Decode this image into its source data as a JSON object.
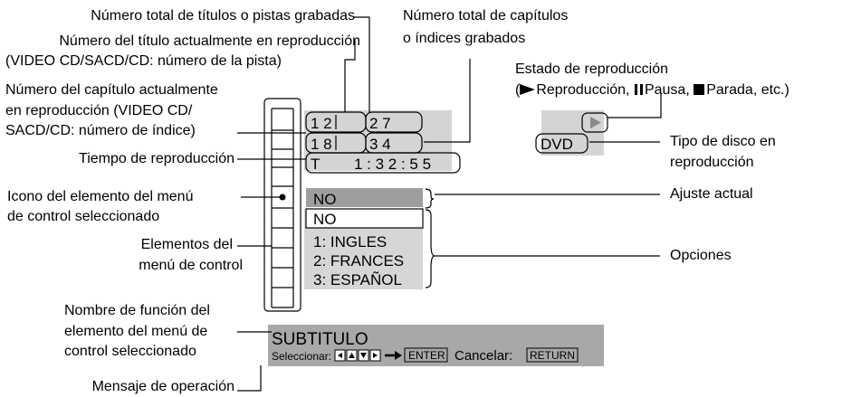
{
  "annotations": {
    "total_titles": "Número total de títulos o pistas grabadas",
    "current_title_line1": "Número del título actualmente en reproducción",
    "current_title_line2": "(VIDEO CD/SACD/CD: número de la pista)",
    "current_chapter_line1": "Número del capítulo actualmente",
    "current_chapter_line2": "en reproducción (VIDEO CD/",
    "current_chapter_line3": "SACD/CD: número de índice)",
    "playing_time": "Tiempo de reproducción",
    "icon_selected_line1": "Icono del elemento del menú",
    "icon_selected_line2": "de control seleccionado",
    "menu_items_line1": "Elementos del",
    "menu_items_line2": "menú de control",
    "function_name_line1": "Nombre de función del",
    "function_name_line2": "elemento del menú de",
    "function_name_line3": "control seleccionado",
    "operation_message": "Mensaje de operación",
    "total_chapters_line1": "Número total de capítulos",
    "total_chapters_line2": "o índices grabados",
    "playback_status_line1": "Estado de reproducción",
    "playback_status_line2_pre": "(",
    "playback_status_play_icon": "play-icon",
    "playback_status_play": "Reproducción, ",
    "playback_status_pause_icon": "pause-icon",
    "playback_status_pause": "Pausa, ",
    "playback_status_stop_icon": "stop-icon",
    "playback_status_stop": "Parada, etc.)",
    "disc_type_line1": "Tipo de disco en",
    "disc_type_line2": "reproducción",
    "current_setting": "Ajuste actual",
    "options": "Opciones"
  },
  "osd": {
    "current_title": "1 2",
    "total_titles": "2 7",
    "current_chapter": "1 8",
    "total_chapters": "3 4",
    "time_prefix": "T",
    "time_value": "1 : 3 2 : 5 5",
    "disc_type": "DVD",
    "status_icon": "play-icon",
    "current_setting": "NO",
    "options": [
      "NO",
      "1: INGLES",
      "2: FRANCES",
      "3: ESPAÑOL"
    ],
    "function_name": "SUBTITULO",
    "select_label": "Seleccionar:",
    "enter_label": "ENTER",
    "cancel_label": "Cancelar:",
    "return_label": "RETURN"
  },
  "colors": {
    "osd_gray": "#c8c8c8",
    "bar_gray": "#a5a5a5",
    "selected_gray": "#9c9c9c",
    "line": "#000000"
  }
}
